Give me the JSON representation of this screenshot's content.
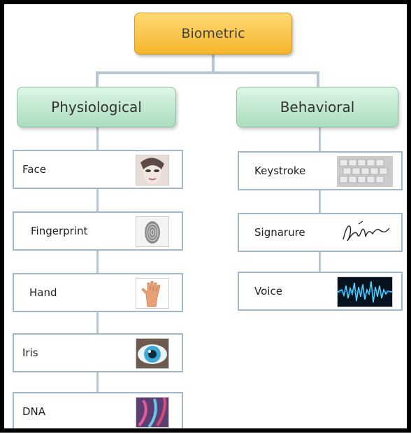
{
  "root": {
    "label": "Biometric"
  },
  "categories": {
    "physiological": {
      "label": "Physiological",
      "items": [
        {
          "label": "Face",
          "icon": "face-icon"
        },
        {
          "label": "Fingerprint",
          "icon": "fingerprint-icon"
        },
        {
          "label": "Hand",
          "icon": "hand-icon"
        },
        {
          "label": "Iris",
          "icon": "iris-icon"
        },
        {
          "label": "DNA",
          "icon": "dna-icon"
        }
      ]
    },
    "behavioral": {
      "label": "Behavioral",
      "items": [
        {
          "label": "Keystroke",
          "icon": "keyboard-icon"
        },
        {
          "label": "Signarure",
          "icon": "signature-icon"
        },
        {
          "label": "Voice",
          "icon": "voice-waveform-icon"
        }
      ]
    }
  },
  "colors": {
    "root_fill": "#f5b52b",
    "category_fill": "#a9ddbd",
    "connector": "#b9c7d4",
    "item_border": "#9fb8cc"
  }
}
